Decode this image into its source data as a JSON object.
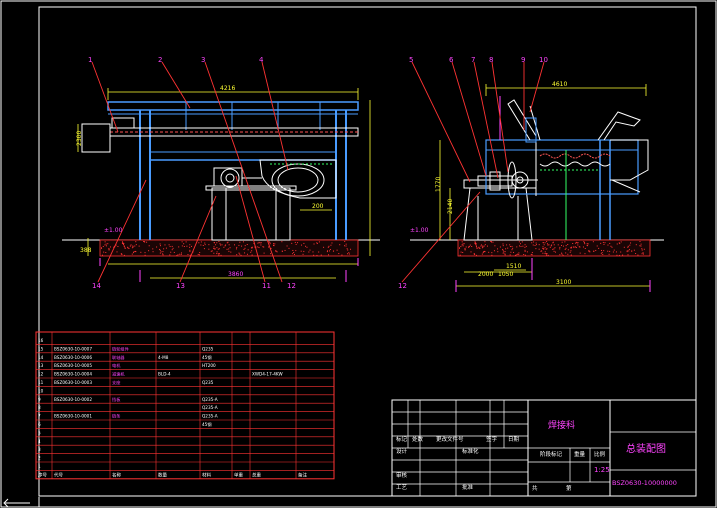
{
  "callouts_front": [
    "1",
    "2",
    "3",
    "4"
  ],
  "callouts_side": [
    "5",
    "6",
    "7",
    "8",
    "9",
    "10"
  ],
  "callouts_bottom_front": [
    "14",
    "13",
    "11",
    "12"
  ],
  "callout_bottom_side": "12",
  "dims_front": [
    "4216",
    "2300",
    "3860",
    "±1.00",
    "388",
    "200"
  ],
  "dims_side": [
    "4610",
    "1770",
    "2140",
    "1510",
    "±1.00",
    "2000",
    "1050",
    "3100"
  ],
  "title_block": {
    "company": "焊接科",
    "drawing_name": "总装配图",
    "scale": "1:25",
    "code": "BSZ0630-10000000",
    "header_cells": [
      "标记",
      "处数",
      "更改文件号",
      "签字",
      "日期"
    ],
    "design": "设计",
    "standard": "标准化",
    "stage_mark": "阶段标记",
    "weight": "重量",
    "ratio": "比例",
    "review": "审核",
    "process": "工艺",
    "approve": "批准",
    "sheet_total": "共",
    "sheet_no": "第"
  },
  "bom_header": [
    "序号",
    "代号",
    "名称",
    "数量",
    "材料",
    "单重",
    "总重",
    "备注"
  ],
  "bom_rows": [
    [
      "16",
      "",
      "",
      "",
      "",
      "",
      "",
      ""
    ],
    [
      "15",
      "BSZ0630-10-0007",
      "链轮组件",
      "",
      "Q235",
      "",
      "",
      ""
    ],
    [
      "14",
      "BSZ0630-10-0006",
      "联轴器",
      "4-M8",
      "45钢",
      "",
      "",
      ""
    ],
    [
      "13",
      "BSZ0630-10-0005",
      "电机",
      "",
      "HT200",
      "",
      "",
      ""
    ],
    [
      "12",
      "BSZ0630-10-0004",
      "减速机",
      "BLD-4",
      "",
      "",
      "XWD4-17-4KW",
      ""
    ],
    [
      "11",
      "BSZ0630-10-0003",
      "支座",
      "",
      "Q235",
      "",
      "",
      ""
    ],
    [
      "10",
      "",
      "",
      "",
      "",
      "",
      "",
      ""
    ],
    [
      "9",
      "BSZ0630-10-0002",
      "挡板",
      "",
      "Q235-A",
      "",
      "",
      ""
    ],
    [
      "8",
      "",
      "",
      "",
      "Q235-A",
      "",
      "",
      ""
    ],
    [
      "7",
      "BSZ0630-10-0001",
      "链条",
      "",
      "Q235-A",
      "",
      "",
      ""
    ],
    [
      "6",
      "",
      "",
      "",
      "45钢",
      "",
      "",
      ""
    ],
    [
      "5",
      "",
      "",
      "",
      "",
      "",
      "",
      ""
    ],
    [
      "4",
      "",
      "",
      "",
      "",
      "",
      "",
      ""
    ],
    [
      "3",
      "",
      "",
      "",
      "",
      "",
      "",
      ""
    ],
    [
      "2",
      "",
      "",
      "",
      "",
      "",
      "",
      ""
    ],
    [
      "1",
      "",
      "",
      "",
      "",
      "",
      "",
      ""
    ]
  ]
}
